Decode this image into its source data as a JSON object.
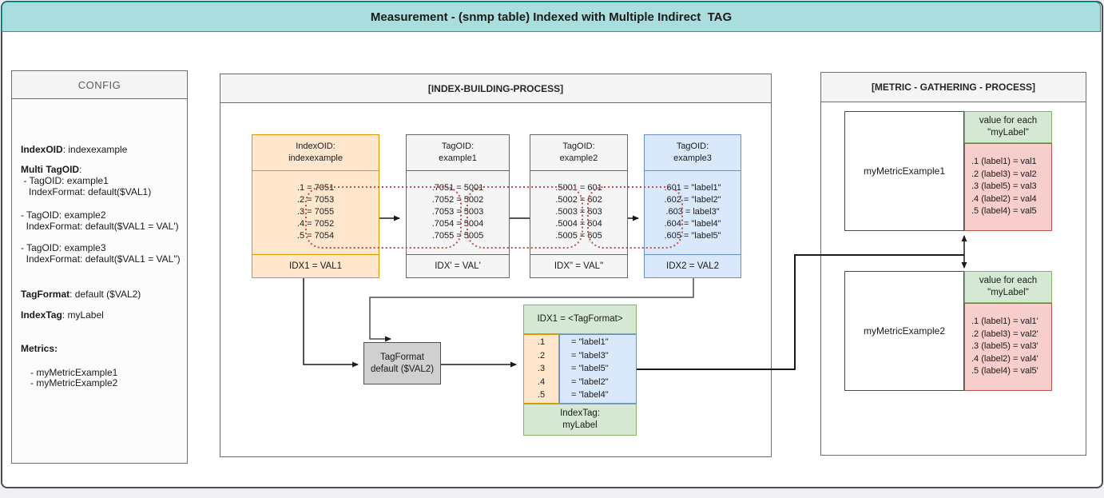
{
  "title": "Measurement - (snmp table) Indexed with Multiple Indirect  TAG",
  "config": {
    "header": "CONFIG",
    "index_oid": {
      "label": "IndexOID",
      "value": ": indexexample"
    },
    "multi_tagoid": {
      "label": "Multi TagOID",
      "value": ":"
    },
    "tagoids": [
      {
        "line1": " - TagOID: example1",
        "line2": "   IndexFormat: default($VAL1)"
      },
      {
        "line1": "- TagOID: example2",
        "line2": "  IndexFormat: default($VAL1 = VAL')"
      },
      {
        "line1": "- TagOID: example3",
        "line2": "  IndexFormat: default($VAL1 = VAL\")"
      }
    ],
    "tagformat": {
      "label": "TagFormat",
      "value": ": default ($VAL2)"
    },
    "indextag": {
      "label": "IndexTag",
      "value": ": myLabel"
    },
    "metrics_label": "Metrics:",
    "metrics": [
      "- myMetricExample1",
      "- myMetricExample2"
    ]
  },
  "index_building": {
    "header": "[INDEX-BUILDING-PROCESS]",
    "index_box": {
      "title1": "IndexOID:",
      "title2": "indexexample",
      "rows": [
        ".1 = 7051",
        ".2 = 7053",
        ".3 = 7055",
        ".4 = 7052",
        ".5 = 7054"
      ],
      "footer": "IDX1 = VAL1"
    },
    "tag_box1": {
      "title1": "TagOID:",
      "title2": "example1",
      "rows": [
        ".7051 = 5001",
        ".7052 = 5002",
        ".7053 = 5003",
        ".7054 = 5004",
        ".7055 = 5005"
      ],
      "footer": "IDX' = VAL'"
    },
    "tag_box2": {
      "title1": "TagOID:",
      "title2": "example2",
      "rows": [
        ".5001 = 601",
        ".5002 = 602",
        ".5003 = 603",
        ".5004 = 604",
        ".5005 = 605"
      ],
      "footer": "IDX\" = VAL\""
    },
    "tag_box3": {
      "title1": "TagOID:",
      "title2": "example3",
      "rows": [
        ".601 = \"label1\"",
        ".602 = \"label2\"",
        ".603 = label3\"",
        ".604 = \"label4\"",
        ".605 = \"label5\""
      ],
      "footer": "IDX2 = VAL2"
    },
    "tagformat_box": {
      "line1": "TagFormat",
      "line2": "default ($VAL2)"
    },
    "mapping_table": {
      "header": "IDX1 = <TagFormat>",
      "indexes": [
        ".1",
        ".2",
        ".3",
        ".4",
        ".5"
      ],
      "values": [
        "= \"label1\"",
        "= \"label3\"",
        "= \"label5\"",
        "= \"label2\"",
        "= \"label4\""
      ],
      "footer_line1": "IndexTag:",
      "footer_line2": "myLabel"
    }
  },
  "metric_gathering": {
    "header": "[METRIC - GATHERING - PROCESS]",
    "value_header_line1": "value for each",
    "value_header_line2": "\"myLabel\"",
    "metric1": {
      "name": "myMetricExample1",
      "rows": [
        ".1 (label1) = val1",
        ".2 (label3) = val2",
        ".3 (label5) = val3",
        ".4 (label2) = val4",
        ".5 (label4) = val5"
      ]
    },
    "metric2": {
      "name": "myMetricExample2",
      "rows": [
        ".1 (label1) = val1'",
        ".2 (label3) = val2'",
        ".3 (label5) = val3'",
        ".4 (label2) = val4'",
        ".5 (label4) = val5'"
      ]
    }
  },
  "colors": {
    "titlebar_fill": "#aadede",
    "titlebar_border": "#169c9c",
    "orange_fill": "#ffe6cc",
    "orange_border": "#d79b00",
    "blue_fill": "#dae8fc",
    "blue_border": "#6c8ebf",
    "green_fill": "#d5e8d4",
    "green_border": "#82b366",
    "red_fill": "#f8cecc",
    "red_border": "#b85450",
    "gray_fill": "#f5f5f5",
    "gray_border": "#666666",
    "tagformat_fill": "#d0d0d0",
    "connector": "#1a1a1a",
    "dotted_link": "#b85450"
  }
}
